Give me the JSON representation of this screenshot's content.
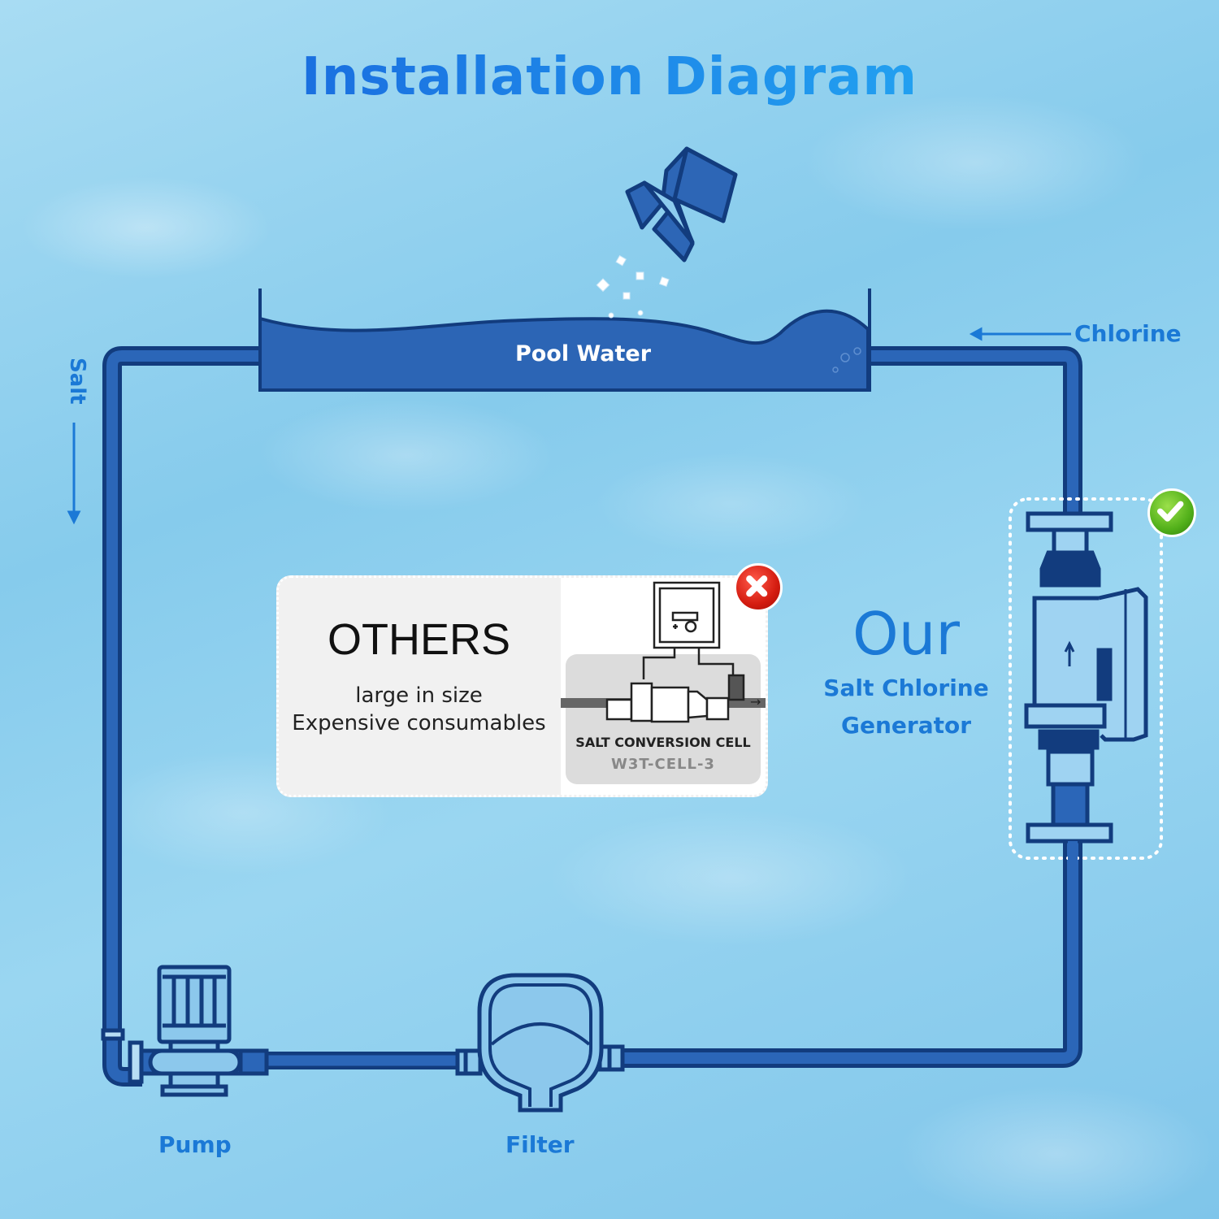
{
  "title": "Installation Diagram",
  "pool": {
    "label": "Pool Water"
  },
  "flow_labels": {
    "salt": "Salt",
    "chlorine": "Chlorine"
  },
  "components": {
    "pump": "Pump",
    "filter": "Filter"
  },
  "others_card": {
    "heading": "OTHERS",
    "desc_line1": "large in size",
    "desc_line2": "Expensive consumables",
    "product_title": "SALT CONVERSION CELL",
    "product_model": "W3T-CELL-3",
    "status_icon": "red-x-icon"
  },
  "our_card": {
    "line1": "Our",
    "line2": "Salt Chlorine",
    "line3": "Generator",
    "status_icon": "green-check-icon"
  },
  "colors": {
    "title_blue": "#1b79d6",
    "pipe_fill": "#2b66b8",
    "pipe_outline": "#123c7e",
    "reject_red": "#d41c10",
    "approve_green": "#52b01a",
    "card_bg": "#f1f1f1"
  }
}
